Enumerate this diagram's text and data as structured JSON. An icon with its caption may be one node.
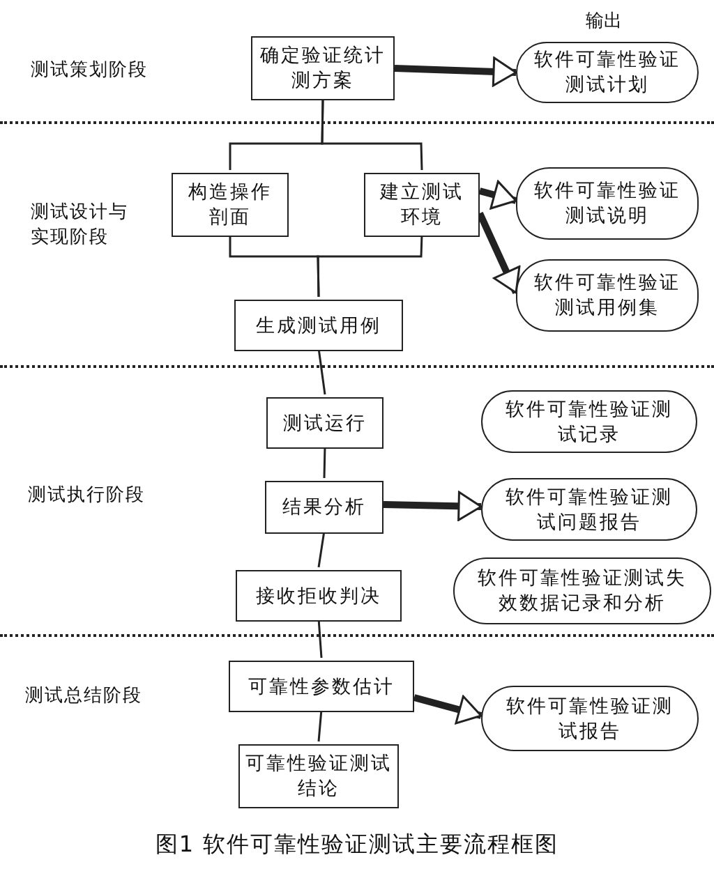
{
  "diagram": {
    "caption": "图1 软件可靠性验证测试主要流程框图",
    "nodes": [
      {
        "text": [
          "测试策划阶段"
        ]
      },
      {
        "text": [
          "确定验证统计测方案"
        ],
        "in": 0
      },
      {
        "text": [
          "软件可靠性验证测试计划"
        ],
        "in": 0
      },
      {
        "text": [
          "测试设计与实现阶段"
        ]
      },
      {
        "text": [
          "构造操作剖面"
        ],
        "in": 3
      },
      {
        "text": [
          "建立测试环境"
        ],
        "in": 3
      },
      {
        "text": [
          "软件可靠性验证测试说明"
        ],
        "in": 3
      },
      {
        "text": [
          "软件可靠性验证测试用例集"
        ],
        "in": 3
      },
      {
        "text": [
          "生成测试用例"
        ],
        "in": 3
      },
      {
        "text": [
          "测试执行阶段"
        ]
      },
      {
        "text": [
          "测试运行"
        ],
        "in": 9
      },
      {
        "text": [
          "软件可靠性验证测试记录"
        ],
        "in": 9
      },
      {
        "text": [
          "结果分析"
        ],
        "in": 9
      },
      {
        "text": [
          "软件可靠性验证测试问题报告"
        ],
        "in": 9
      },
      {
        "text": [
          "接收拒收判决"
        ],
        "in": 9
      },
      {
        "text": [
          "软件可靠性验证测试失效数据记录和分析"
        ],
        "in": 9
      },
      {
        "text": [
          "测试总结阶段"
        ]
      },
      {
        "text": [
          "可靠性参数估计"
        ],
        "in": 16
      },
      {
        "text": [
          "软件可靠性验证测试报告"
        ],
        "in": 16
      },
      {
        "text": [
          "可靠性验证测试结论"
        ],
        "in": 16
      }
    ],
    "edges": [
      {
        "from": 1,
        "to": 2,
        "arrow": "to",
        "style": "thick"
      },
      {
        "from": 1,
        "to": 4,
        "arrow": "none"
      },
      {
        "from": 1,
        "to": 5,
        "arrow": "none"
      },
      {
        "from": 5,
        "to": 6,
        "arrow": "to",
        "style": "thick"
      },
      {
        "from": 5,
        "to": 7,
        "arrow": "to",
        "style": "thick"
      },
      {
        "from": 4,
        "to": 8,
        "arrow": "none"
      },
      {
        "from": 5,
        "to": 8,
        "arrow": "none"
      },
      {
        "from": 8,
        "to": 10,
        "arrow": "none"
      },
      {
        "from": 10,
        "to": 12,
        "arrow": "none"
      },
      {
        "from": 12,
        "to": 13,
        "arrow": "to",
        "style": "thick"
      },
      {
        "from": 12,
        "to": 14,
        "arrow": "none"
      },
      {
        "from": 14,
        "to": 17,
        "arrow": "none"
      },
      {
        "from": 17,
        "to": 18,
        "arrow": "to",
        "style": "thick"
      },
      {
        "from": 17,
        "to": 19,
        "arrow": "none"
      }
    ],
    "labels": [
      "输出"
    ]
  }
}
